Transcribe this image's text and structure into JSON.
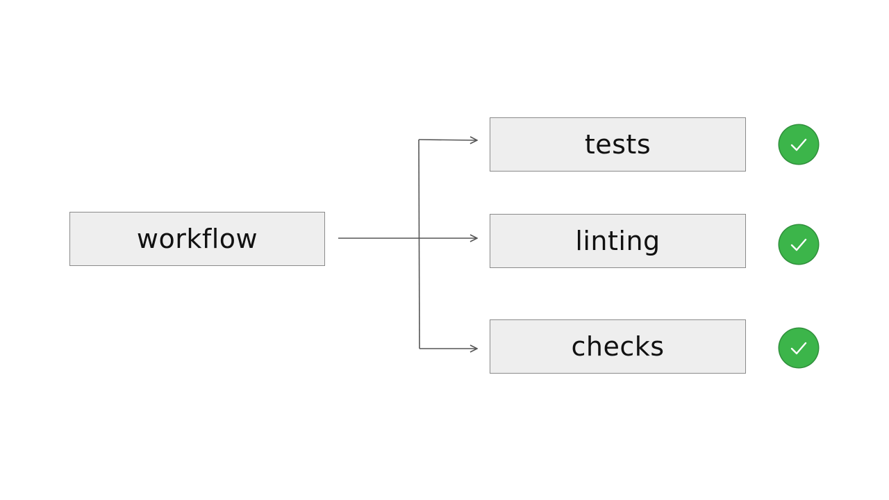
{
  "diagram": {
    "source_node": {
      "label": "workflow"
    },
    "target_nodes": [
      {
        "label": "tests",
        "status": "success"
      },
      {
        "label": "linting",
        "status": "success"
      },
      {
        "label": "checks",
        "status": "success"
      }
    ],
    "colors": {
      "node_fill": "#eeeeee",
      "node_border": "#8a8a8a",
      "connector": "#555555",
      "status_success": "#3cb54a"
    },
    "icons": {
      "status": "check-circle-icon"
    }
  }
}
